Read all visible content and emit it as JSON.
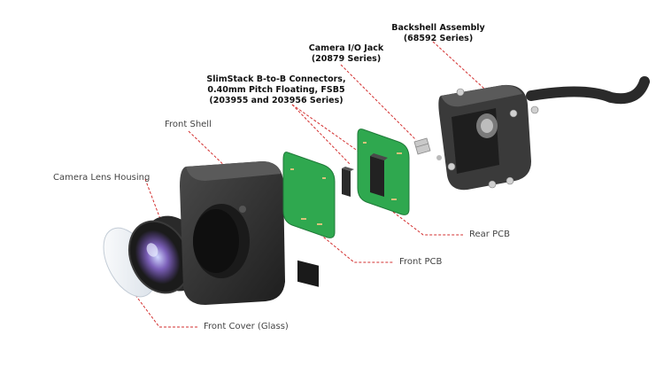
{
  "labels": {
    "backshell": {
      "line1": "Backshell Assembly",
      "line2": "(68592 Series)"
    },
    "io_jack": {
      "line1": "Camera I/O Jack",
      "line2": "(20879 Series)"
    },
    "slimstack": {
      "line1": "SlimStack B-to-B Connectors,",
      "line2": "0.40mm Pitch Floating, FSB5",
      "line3": "(203955 and 203956 Series)"
    },
    "front_shell": "Front Shell",
    "lens_housing": "Camera Lens Housing",
    "rear_pcb": "Rear PCB",
    "front_pcb": "Front PCB",
    "front_cover": "Front Cover (Glass)"
  },
  "colors": {
    "leader": "#d32f2f",
    "pcb": "#2fa84f",
    "shell": "#2b2b2b",
    "backshell": "#3a3a3a",
    "glass": "#e8edf2"
  }
}
